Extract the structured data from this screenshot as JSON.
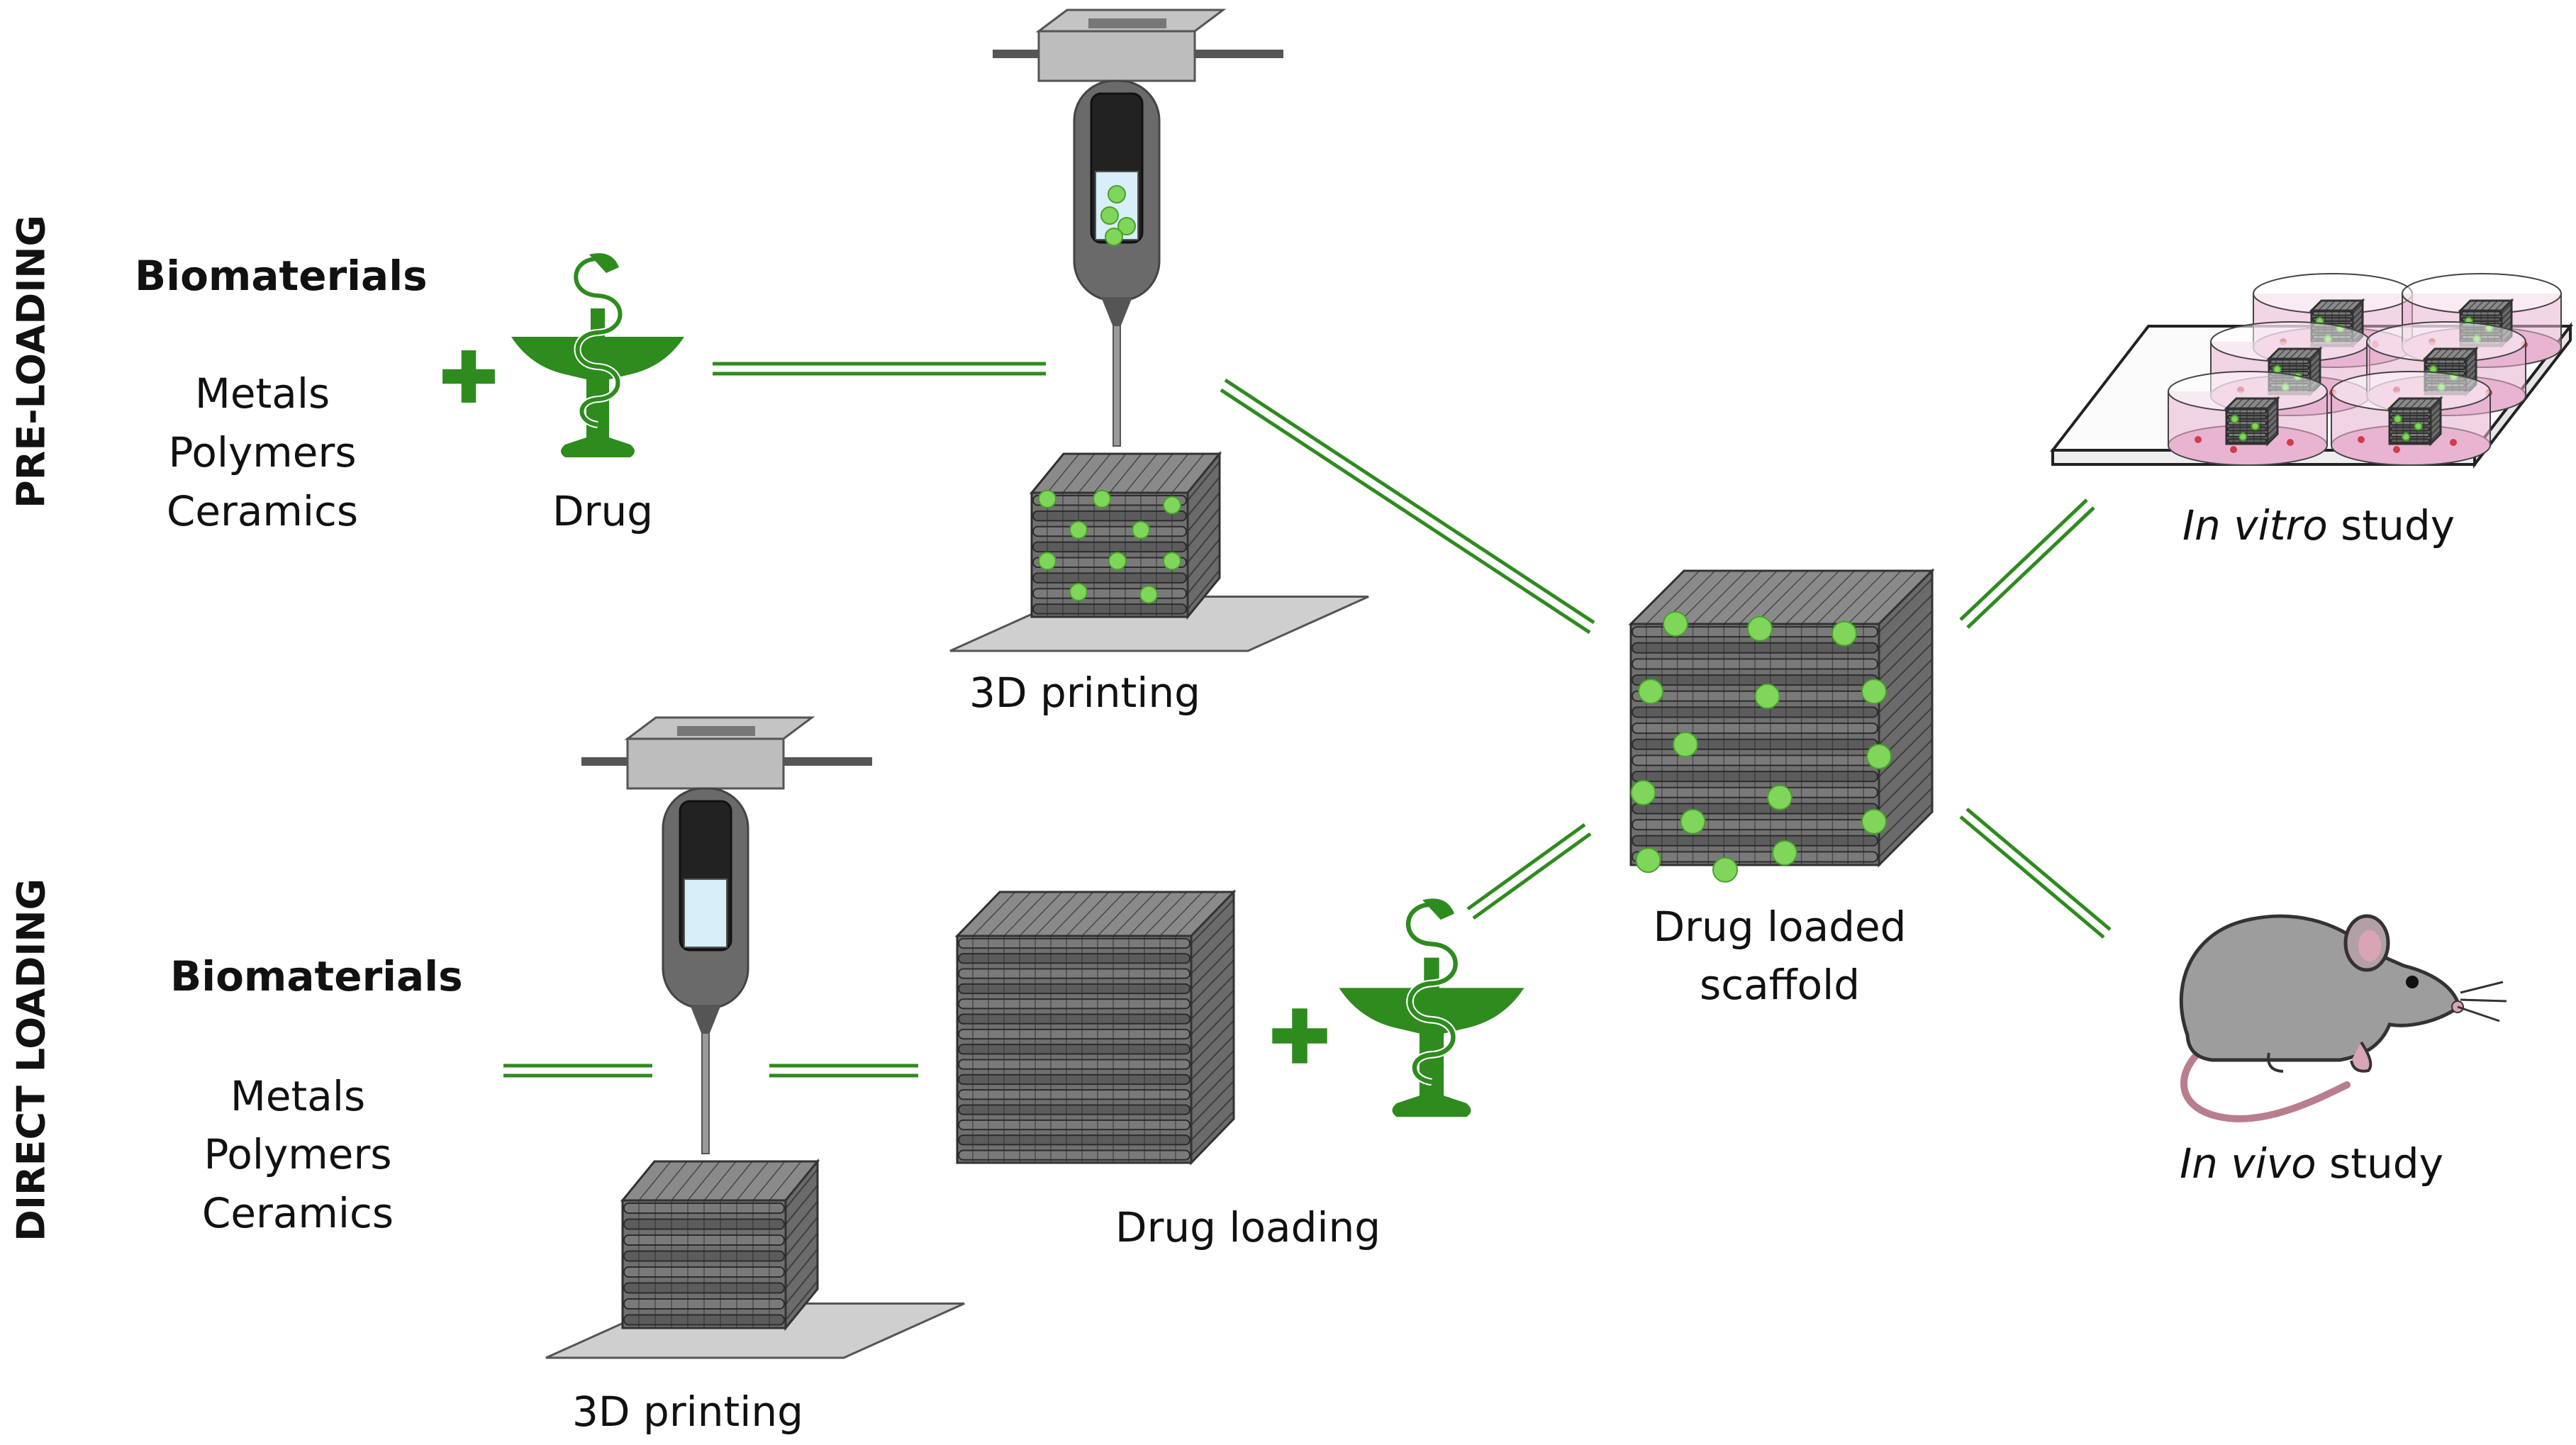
{
  "sections": {
    "pre_loading": "PRE-LOADING",
    "direct_loading": "DIRECT LOADING"
  },
  "pre": {
    "biomaterials_title": "Biomaterials",
    "materials": [
      "Metals",
      "Polymers",
      "Ceramics"
    ],
    "drug_label": "Drug",
    "printing_label": "3D printing"
  },
  "direct": {
    "biomaterials_title": "Biomaterials",
    "materials": [
      "Metals",
      "Polymers",
      "Ceramics"
    ],
    "printing_label": "3D printing",
    "drug_loading_label": "Drug loading"
  },
  "result": {
    "line1": "Drug loaded",
    "line2": "scaffold"
  },
  "studies": {
    "in_vitro_italic": "In vitro",
    "in_vitro_rest": " study",
    "in_vivo_italic": "In vivo",
    "in_vivo_rest": " study"
  },
  "colors": {
    "green": "#2e8b1e",
    "drug_dot": "#7fd65a",
    "scaffold": "#606060",
    "device": "#a9a9a9",
    "plate_pink": "#e9b4d2",
    "mouse": "#9d9d9d"
  },
  "icons": [
    "plus-icon",
    "rod-of-asclepius-icon",
    "syringe-printer-icon",
    "scaffold-cube-icon",
    "well-plate-icon",
    "mouse-icon"
  ]
}
